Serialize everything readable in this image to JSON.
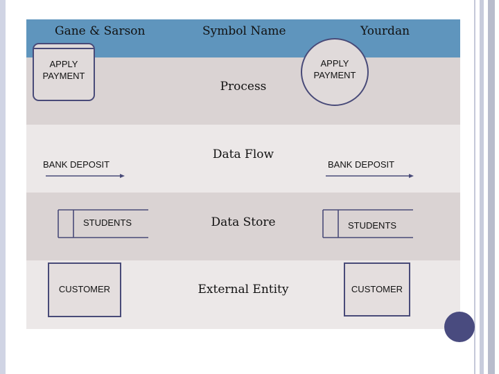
{
  "headers": {
    "gane_sarson": "Gane & Sarson",
    "symbol_name": "Symbol Name",
    "yourdan": "Yourdan"
  },
  "rows": {
    "process": {
      "name": "Process",
      "gs_label_line1": "APPLY",
      "gs_label_line2": "PAYMENT",
      "y_label_line1": "APPLY",
      "y_label_line2": "PAYMENT"
    },
    "data_flow": {
      "name": "Data Flow",
      "gs_label": "BANK DEPOSIT",
      "y_label": "BANK DEPOSIT"
    },
    "data_store": {
      "name": "Data Store",
      "gs_label": "STUDENTS",
      "y_label": "STUDENTS"
    },
    "external_entity": {
      "name": "External Entity",
      "gs_label": "CUSTOMER",
      "y_label": "CUSTOMER"
    }
  },
  "colors": {
    "header": "#5f95bd",
    "row_dark": "#dad3d3",
    "row_light": "#ece8e8",
    "stroke": "#484a78"
  }
}
